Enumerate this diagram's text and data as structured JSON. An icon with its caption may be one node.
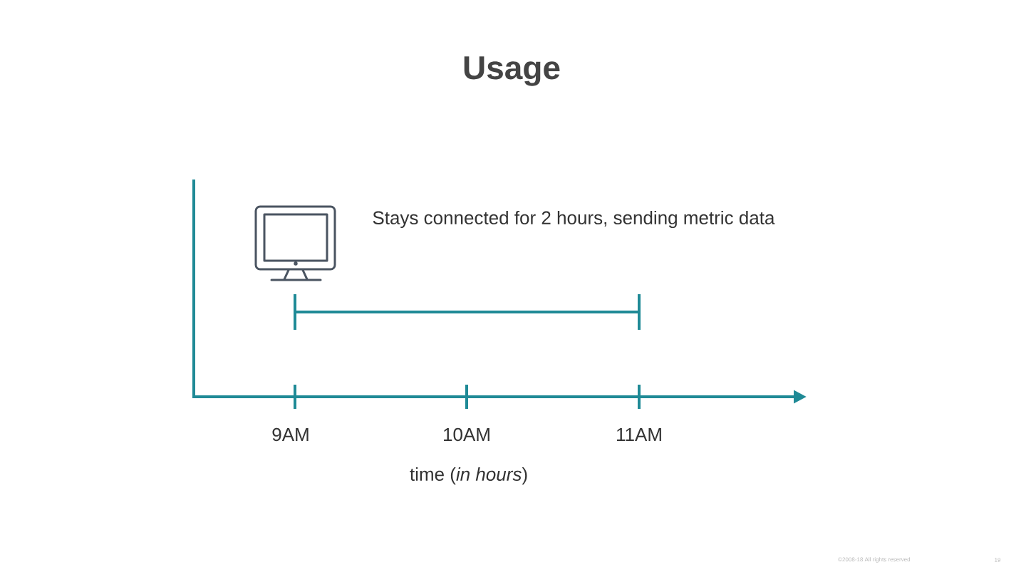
{
  "diagram": {
    "title": "Usage",
    "labels": [
      "Stays connected for 2 hours, sending metric data",
      "9AM",
      "10AM",
      "11AM",
      "time (*in hours*)",
      "©2008-18 All rights reserved",
      "19"
    ]
  }
}
